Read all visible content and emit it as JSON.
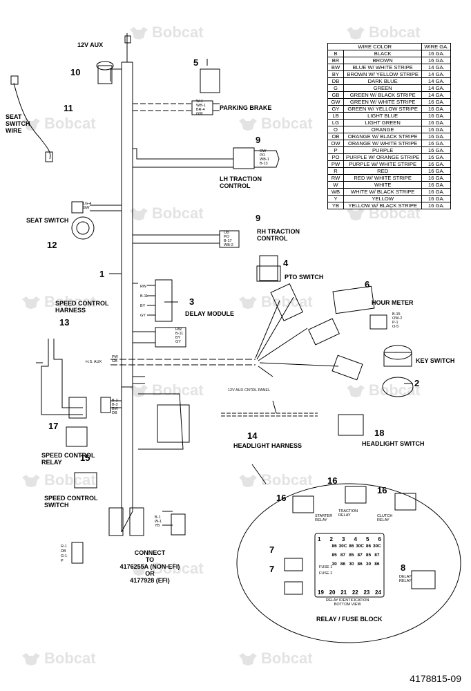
{
  "watermark": "Bobcat",
  "document_number": "4178815-09",
  "wire_table": {
    "headers": [
      "WIRE COLOR",
      "WIRE GA."
    ],
    "rows": [
      [
        "B",
        "BLACK",
        "16 GA."
      ],
      [
        "BR",
        "BROWN",
        "16 GA."
      ],
      [
        "BW",
        "BLUE W/ WHITE STRIPE",
        "14 GA."
      ],
      [
        "BY",
        "BROWN W/ YELLOW STRIPE",
        "14 GA."
      ],
      [
        "DB",
        "DARK BLUE",
        "14 GA."
      ],
      [
        "G",
        "GREEN",
        "14 GA."
      ],
      [
        "GB",
        "GREEN W/ BLACK STRIPE",
        "14 GA."
      ],
      [
        "GW",
        "GREEN W/ WHITE STRIPE",
        "16 GA."
      ],
      [
        "GY",
        "GREEN W/ YELLOW STRIPE",
        "16 GA."
      ],
      [
        "LB",
        "LIGHT BLUE",
        "16 GA."
      ],
      [
        "LG",
        "LIGHT GREEN",
        "16 GA."
      ],
      [
        "O",
        "ORANGE",
        "16 GA."
      ],
      [
        "OB",
        "ORANGE W/ BLACK STRIPE",
        "16 GA."
      ],
      [
        "OW",
        "ORANGE W/ WHITE STRIPE",
        "16 GA."
      ],
      [
        "P",
        "PURPLE",
        "16 GA."
      ],
      [
        "PO",
        "PURPLE W/ ORANGE STRIPE",
        "16 GA."
      ],
      [
        "PW",
        "PURPLE W/ WHITE STRIPE",
        "16 GA."
      ],
      [
        "R",
        "RED",
        "16 GA."
      ],
      [
        "RW",
        "RED W/ WHITE STRIPE",
        "16 GA."
      ],
      [
        "W",
        "WHITE",
        "16 GA."
      ],
      [
        "WB",
        "WHITE W/ BLACK STRIPE",
        "16 GA."
      ],
      [
        "Y",
        "YELLOW",
        "16 GA."
      ],
      [
        "YB",
        "YELLOW W/ BLACK STRIPE",
        "16 GA."
      ]
    ]
  },
  "labels": {
    "aux12v": "12V AUX",
    "seat_switch_wire": [
      "SEAT",
      "SWITCH",
      "WIRE"
    ],
    "parking_brake": "PARKING BRAKE",
    "lh_traction": [
      "LH TRACTION",
      "CONTROL"
    ],
    "seat_switch": "SEAT SWITCH",
    "rh_traction": [
      "RH TRACTION",
      "CONTROL"
    ],
    "pto_switch": "PTO SWITCH",
    "hour_meter": "HOUR METER",
    "speed_control_harness": [
      "SPEED CONTROL",
      "HARNESS"
    ],
    "delay_module": "DELAY MODULE",
    "key_switch": "KEY SWITCH",
    "hs_aux": "H.S. AUX",
    "aux_cntrl_panel": "12V AUX CNTRL PANEL",
    "headlight_switch": "HEADLIGHT SWITCH",
    "headlight_harness": "HEADLIGHT HARNESS",
    "speed_control_relay": [
      "SPEED CONTROL",
      "RELAY"
    ],
    "speed_control_switch": [
      "SPEED CONTROL",
      "SWITCH"
    ],
    "connect_to": [
      "CONNECT",
      "TO",
      "4176255A (NON-EFI)",
      "OR",
      "4177928 (EFI)"
    ],
    "relay_fuse_block": "RELAY / FUSE BLOCK",
    "starter_relay": [
      "STARTER",
      "RELAY"
    ],
    "traction_relay": [
      "TRACTION",
      "RELAY"
    ],
    "clutch_relay": [
      "CLUTCH",
      "RELAY"
    ],
    "delay_relay": [
      "DELAY",
      "RELAY"
    ],
    "relay_id": [
      "RELAY IDENTIFICATION",
      "BOTTOM VIEW"
    ]
  },
  "callouts": [
    "1",
    "2",
    "3",
    "4",
    "5",
    "6",
    "7",
    "7",
    "8",
    "9",
    "9",
    "10",
    "11",
    "12",
    "13",
    "14",
    "15",
    "16",
    "16",
    "16",
    "17",
    "18"
  ],
  "wire_tags": {
    "parking_brake": [
      "W-1",
      "WB-1",
      "BR-4",
      "GW"
    ],
    "lh_traction": [
      "OW",
      "PO",
      "WB-1",
      "B-13"
    ],
    "seat_switch": [
      "LG-4",
      "GW"
    ],
    "rh_traction": [
      "OB",
      "PO",
      "B-17",
      "WB-2"
    ],
    "delay_module": [
      "RW",
      "B-11",
      "BY",
      "GY"
    ],
    "delay_out": [
      "RW",
      "B-11",
      "BY",
      "GY"
    ],
    "hs_aux": [
      "PW",
      "GB"
    ],
    "speed_ctrl": [
      "B-2",
      "B-3",
      "BW",
      "DB"
    ],
    "connector": [
      "B-1",
      "W-1",
      "YB"
    ],
    "connector2": [
      "R-1",
      "DB",
      "G-1",
      "P"
    ],
    "fuse_block_top": [
      "1",
      "2",
      "3",
      "4",
      "5",
      "6"
    ],
    "fuse_block_bottom": [
      "19",
      "20",
      "21",
      "22",
      "23",
      "24"
    ],
    "fuse_labels": [
      "FUSE 1",
      "FUSE 2"
    ],
    "relay_pins": [
      "86",
      "30C",
      "86",
      "30C",
      "86",
      "30C",
      "85",
      "87",
      "85",
      "87",
      "85",
      "87",
      "30",
      "86",
      "30",
      "86",
      "30",
      "86"
    ],
    "hour_meter_pins": [
      "B-15",
      "OW-2",
      "P-1",
      "O-5"
    ]
  },
  "colors": {
    "ink": "#000000",
    "watermark": "#e0e0e0",
    "background": "#ffffff"
  }
}
